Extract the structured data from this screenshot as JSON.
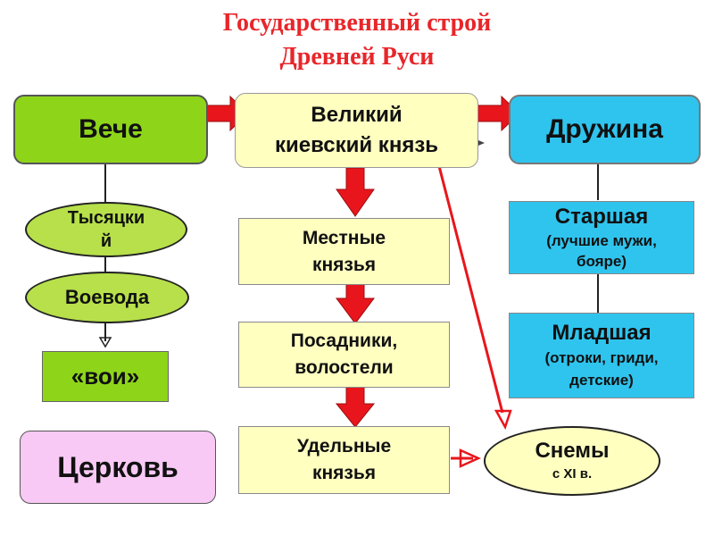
{
  "title": {
    "line1": "Государственный строй",
    "line2": "Древней Руси"
  },
  "nodes": {
    "veche": "Вече",
    "prince": {
      "line1": "Великий",
      "line2": "киевский князь"
    },
    "druzhina": "Дружина",
    "tysyatsky": {
      "line1": "Тысяцки",
      "line2": "й"
    },
    "voevoda": "Воевода",
    "voi": "«вои»",
    "church": "Церковь",
    "local": {
      "line1": "Местные",
      "line2": "князья"
    },
    "posadniki": {
      "line1": "Посадники,",
      "line2": "волостели"
    },
    "udelnye": {
      "line1": "Удельные",
      "line2": "князья"
    },
    "senior": {
      "title": "Старшая",
      "line1": "(лучшие мужи,",
      "line2": "бояре)"
    },
    "junior": {
      "title": "Младшая",
      "line1": "(отроки, гриди,",
      "line2": "детские)"
    },
    "snemy": {
      "title": "Снемы",
      "sub": "с XI в."
    }
  },
  "colors": {
    "title": "#e8262a",
    "veche": "#8ed51a",
    "druzhina": "#2fc4ee",
    "prince": "#ffffc0",
    "church": "#f7c9f4",
    "oval": "#b7e04b",
    "arrow": "#e8161c"
  }
}
